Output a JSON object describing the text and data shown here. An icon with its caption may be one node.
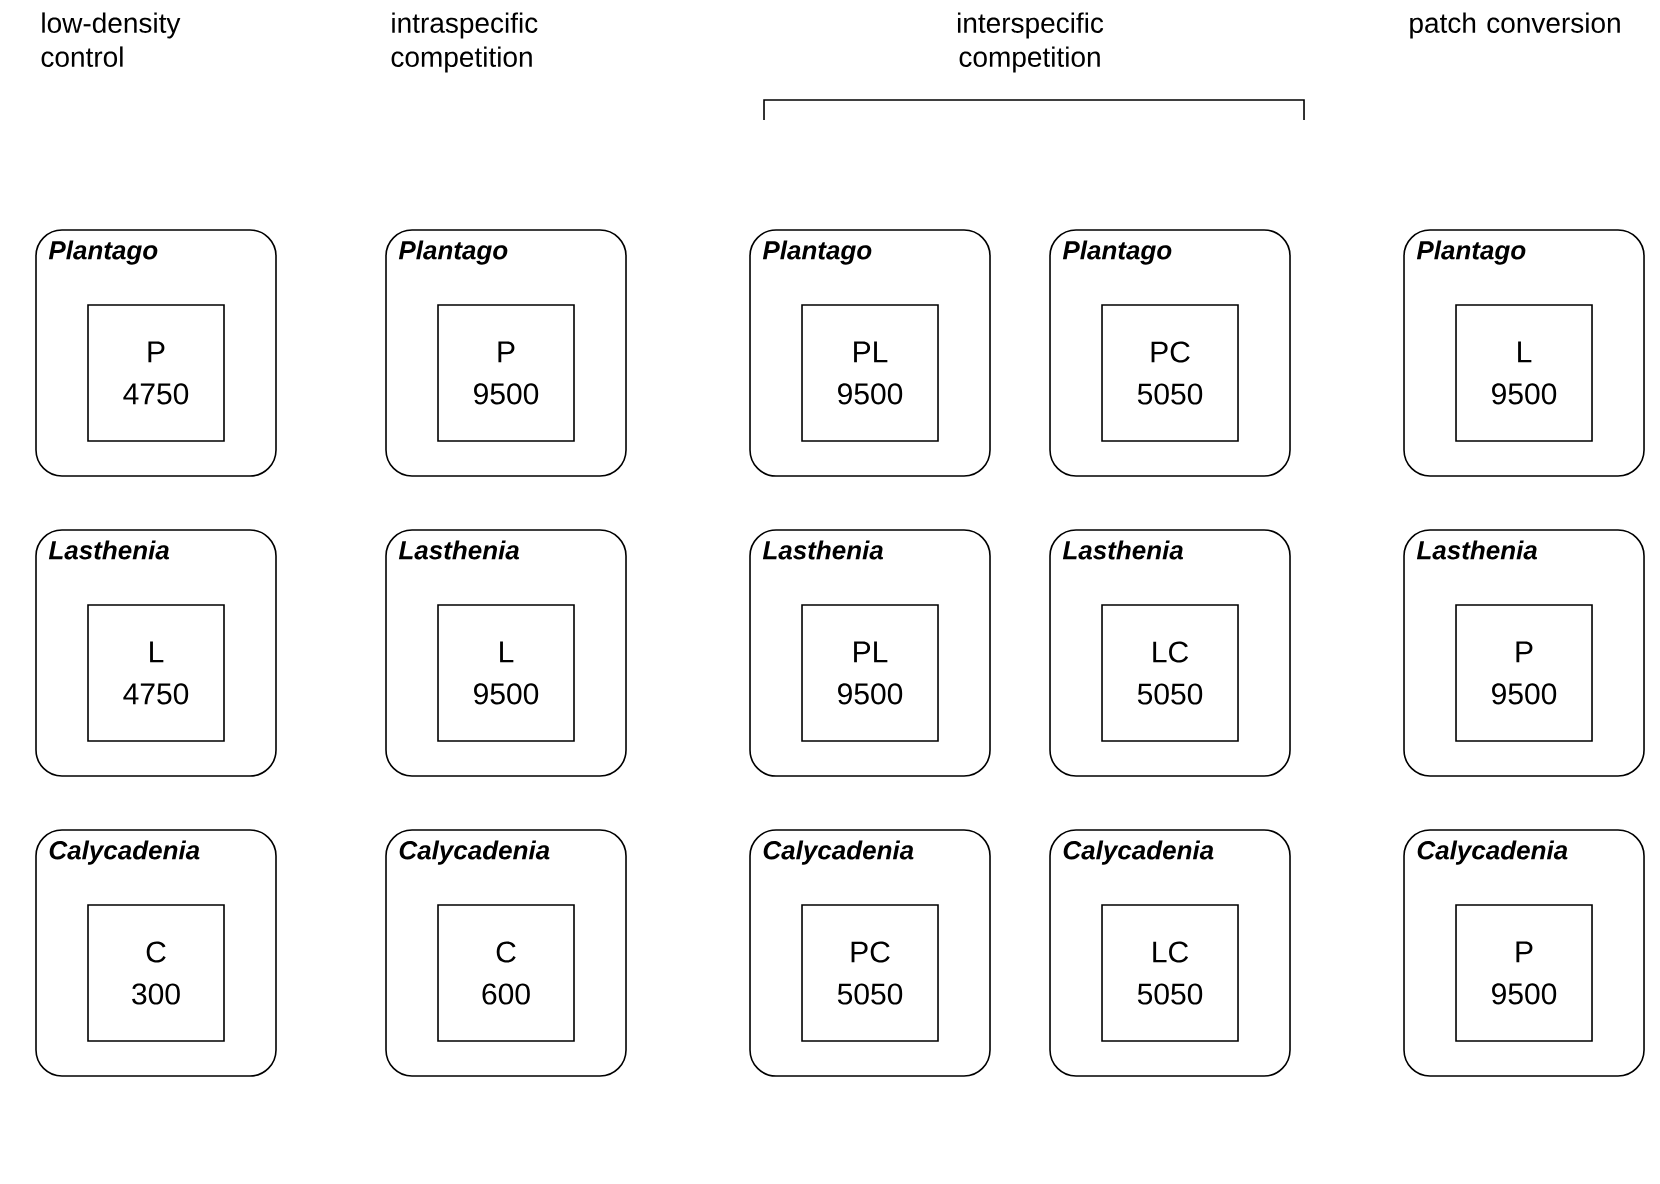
{
  "diagram": {
    "nodes": [
      {
        "text": [
          "Plantago"
        ]
      },
      {
        "text": [
          "P",
          "4750"
        ],
        "in": 0
      },
      {
        "text": [
          "Plantago"
        ]
      },
      {
        "text": [
          "P",
          "9500"
        ],
        "in": 2
      },
      {
        "text": [
          "Plantago"
        ]
      },
      {
        "text": [
          "PL",
          "9500"
        ],
        "in": 4
      },
      {
        "text": [
          "Plantago"
        ]
      },
      {
        "text": [
          "PC",
          "5050"
        ],
        "in": 6
      },
      {
        "text": [
          "Plantago"
        ]
      },
      {
        "text": [
          "L",
          "9500"
        ],
        "in": 8
      },
      {
        "text": [
          "Lasthenia"
        ]
      },
      {
        "text": [
          "L",
          "4750"
        ],
        "in": 10
      },
      {
        "text": [
          "Lasthenia"
        ]
      },
      {
        "text": [
          "L",
          "9500"
        ],
        "in": 12
      },
      {
        "text": [
          "Lasthenia"
        ]
      },
      {
        "text": [
          "PL",
          "9500"
        ],
        "in": 14
      },
      {
        "text": [
          "Lasthenia"
        ]
      },
      {
        "text": [
          "LC",
          "5050"
        ],
        "in": 16
      },
      {
        "text": [
          "Lasthenia"
        ]
      },
      {
        "text": [
          "P",
          "9500"
        ],
        "in": 18
      },
      {
        "text": [
          "Calycadenia"
        ]
      },
      {
        "text": [
          "C",
          "300"
        ],
        "in": 20
      },
      {
        "text": [
          "Calycadenia"
        ]
      },
      {
        "text": [
          "C",
          "600"
        ],
        "in": 22
      },
      {
        "text": [
          "Calycadenia"
        ]
      },
      {
        "text": [
          "PC",
          "5050"
        ],
        "in": 24
      },
      {
        "text": [
          "Calycadenia"
        ]
      },
      {
        "text": [
          "LC",
          "5050"
        ],
        "in": 26
      },
      {
        "text": [
          "Calycadenia"
        ]
      },
      {
        "text": [
          "P",
          "9500"
        ],
        "in": 28
      }
    ],
    "labels": [
      "low-density control",
      "intraspecific competition",
      "interspecific competition",
      "patch conversion"
    ]
  }
}
